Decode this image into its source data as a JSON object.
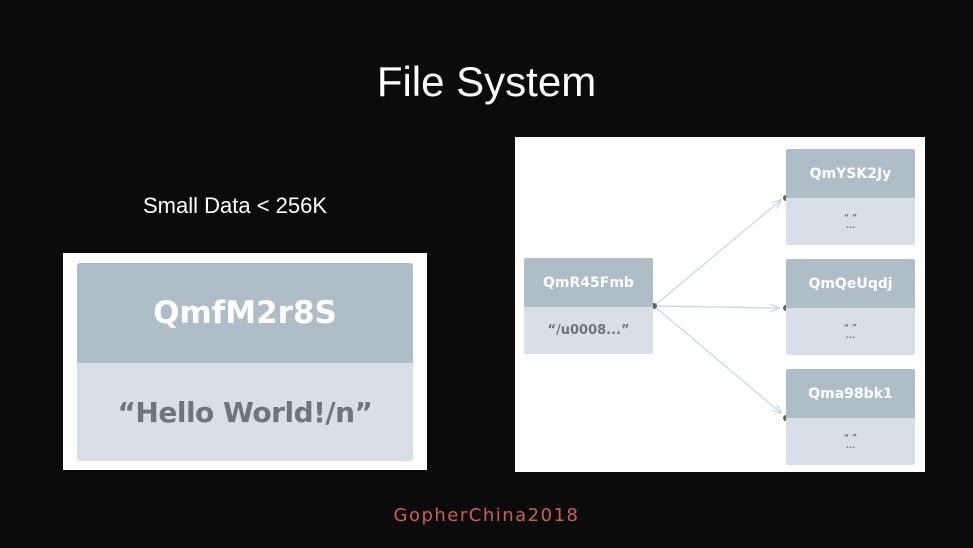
{
  "slide": {
    "title": "File System",
    "subtitle": "Small Data < 256K",
    "footer": "GopherChina2018"
  },
  "left_diagram": {
    "node": {
      "hash": "QmfM2r8S",
      "content": "“Hello World!/n”"
    }
  },
  "right_diagram": {
    "root": {
      "hash": "QmR45Fmb",
      "content": "“/u0008...”"
    },
    "children": [
      {
        "hash": "QmYSK2Jy",
        "content": "“ ”\n..."
      },
      {
        "hash": "QmQeUqdj",
        "content": "“ ”\n..."
      },
      {
        "hash": "Qma98bk1",
        "content": "“ ”\n..."
      }
    ]
  },
  "colors": {
    "background": "#0b0b0b",
    "node_header": "#afbdc7",
    "node_body": "#d8dfe6",
    "node_body_text": "#6e767d",
    "edge": "#c7d6e2",
    "connector_dot": "#5d6368",
    "footer_text": "#c9614c"
  }
}
